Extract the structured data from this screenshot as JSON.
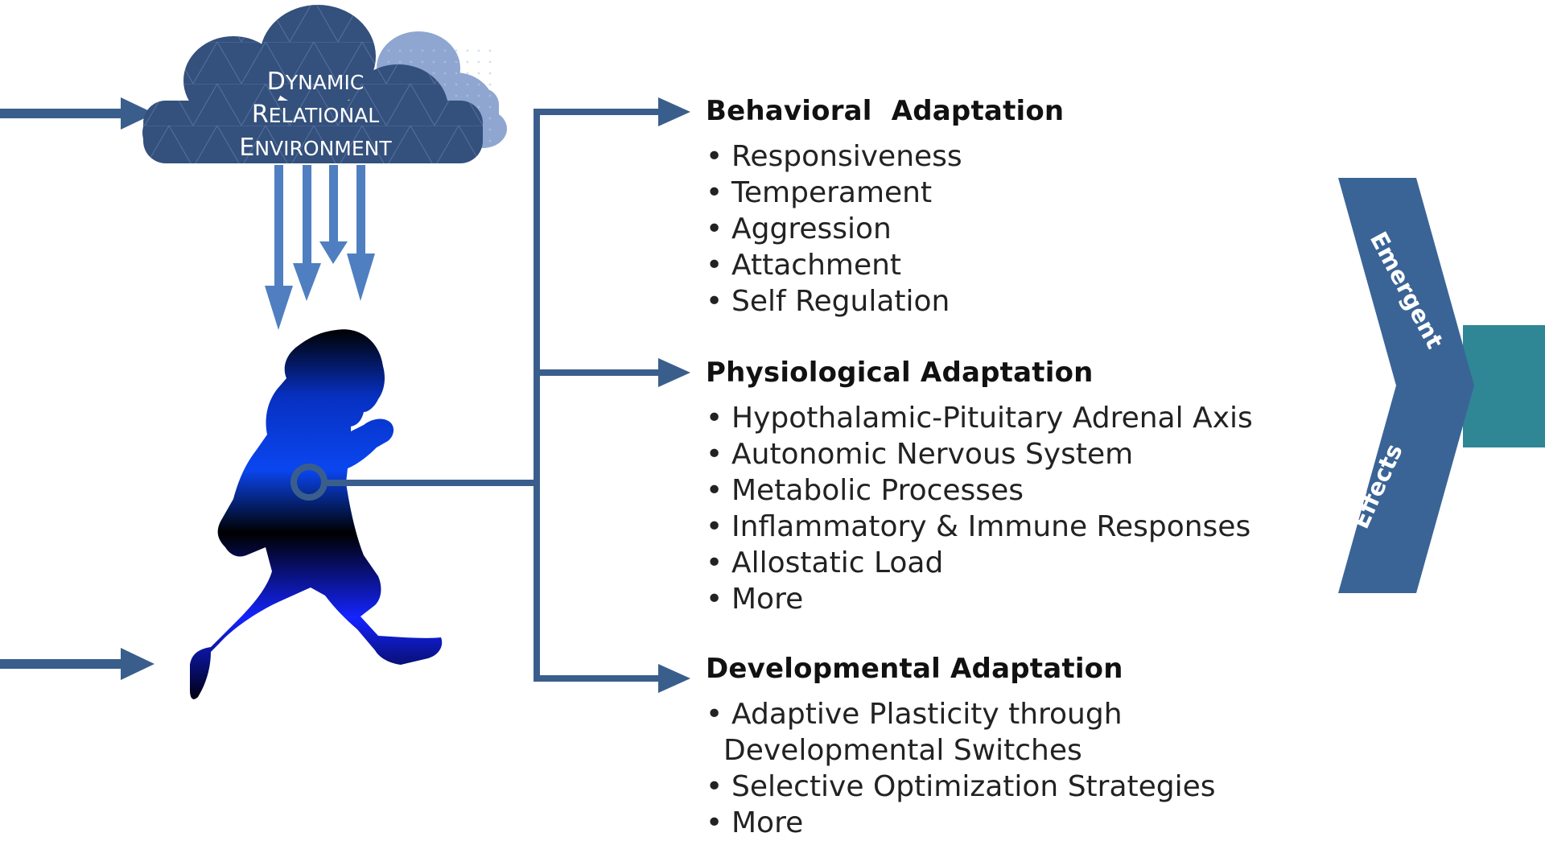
{
  "cloud": {
    "line1_cap": "D",
    "line1_rest": "YNAMIC",
    "line2_cap": "R",
    "line2_rest": "ELATIONAL",
    "line3_cap": "E",
    "line3_rest": "NVIRONMENT"
  },
  "sections": {
    "behavioral": {
      "title": "Behavioral  Adaptation",
      "items": [
        "Responsiveness",
        "Temperament",
        "Aggression",
        "Attachment",
        "Self Regulation"
      ]
    },
    "physiological": {
      "title": "Physiological Adaptation",
      "items": [
        "Hypothalamic-Pituitary Adrenal Axis",
        "Autonomic Nervous System",
        "Metabolic Processes",
        "Inflammatory & Immune Responses",
        "Allostatic Load",
        "More"
      ]
    },
    "developmental": {
      "title": "Developmental Adaptation",
      "item1_line1": "Adaptive Plasticity through",
      "item1_line2": "Developmental Switches",
      "item2": "Selective Optimization Strategies",
      "item3": "More"
    }
  },
  "bullet": "•",
  "chevron": {
    "word1": "Emergent",
    "word2": "Effects"
  },
  "colors": {
    "arrow_blue": "#3a5e8c",
    "cloud_dark": "#34507c",
    "cloud_light": "#8ea6d0",
    "chevron_blue": "#3a6496",
    "teal_box": "#2f8796",
    "child_top": "#000000",
    "child_mid": "#0b3fd6",
    "child_bottom": "#1e2fff"
  }
}
